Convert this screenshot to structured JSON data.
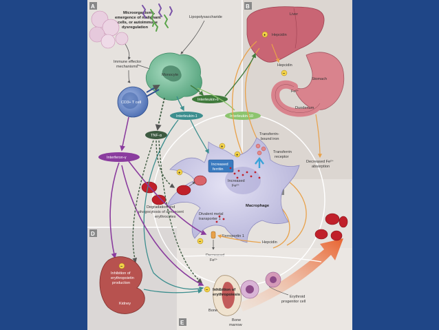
{
  "panels": [
    "A",
    "B",
    "C",
    "D",
    "E"
  ],
  "labels": {
    "microorganisms": [
      "Microorganisms,",
      "emergence of malignant",
      "cells, or autoimmune",
      "dysregulation"
    ],
    "lipopolysaccharide": "Lipopolysaccharide",
    "immune_effector": [
      "Immune effector",
      "mechanisms"
    ],
    "monocyte": "Monocyte",
    "cd3_t_cell": "CD3+ T cell",
    "interleukin_6": "Interleukin-6",
    "interleukin_1": "Interleukin-1",
    "interleukin_10": "Interleukin-10",
    "tnf_alpha": "TNF-α",
    "interferon_gamma": "Interferon-γ",
    "liver": "Liver",
    "hepcidin_liver": "Hepcidin",
    "hepcidin_gut": "Hepcidin",
    "stomach": "Stomach",
    "fe2_gut": "Fe²⁺",
    "duodenum": "Duodenum",
    "decreased_fe_absorption": [
      "Decreased Fe²⁺",
      "absorption"
    ],
    "transferrin_bound_iron": [
      "Transferrin-",
      "bound iron"
    ],
    "transferrin_receptor": [
      "Transferrin",
      "receptor"
    ],
    "increased_ferritin": [
      "Increased",
      "ferritin"
    ],
    "increased_fe2": [
      "Increased",
      "Fe²⁺"
    ],
    "macrophage": "Macrophage",
    "degradation": [
      "Degradation and",
      "phagocytosis of senescent",
      "erythrocytes"
    ],
    "dmt1": [
      "Divalent metal",
      "transporter 1"
    ],
    "ferroportin": "Ferroportin 1",
    "hepcidin_macrophage": "Hepcidin",
    "decreased_fe2": [
      "Decreased",
      "Fe²⁺"
    ],
    "inhibition_epo": [
      "Inhibition of",
      "erythropoietin",
      "production"
    ],
    "kidney": "Kidney",
    "inhibition_erythropoiesis": [
      "Inhibition of",
      "erythropoiesis"
    ],
    "bone": "Bone",
    "bone_marrow": [
      "Bone",
      "marrow"
    ],
    "erythroid_progenitor": [
      "Erythroid",
      "progenitor cell"
    ]
  },
  "symbols": {
    "plus": "+",
    "minus": "−"
  },
  "colors": {
    "background": "#1f4687",
    "panel": "#e6e2de",
    "monocyte": "#6fbf98",
    "t_cell": "#6a87c9",
    "interferon": "#8a3c9e",
    "il6": "#3f7a3c",
    "il10": "#8cc46e",
    "tnf": "#3d5a41",
    "macrophage": "#c9c8e6",
    "liver": "#c96574",
    "rbc": "#c0202a",
    "hepcidin_path": "#e8a14a",
    "il1_path": "#3c8e8e"
  }
}
